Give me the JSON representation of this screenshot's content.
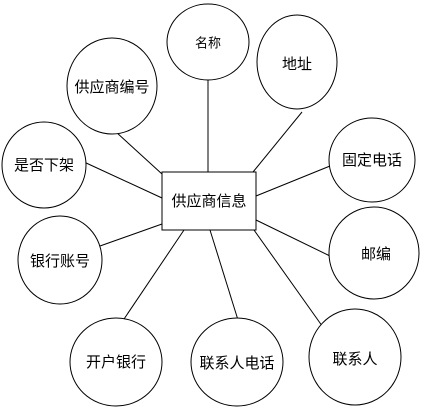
{
  "diagram": {
    "center": {
      "label": "供应商信息"
    },
    "attributes": [
      {
        "id": "name",
        "label": "名称"
      },
      {
        "id": "address",
        "label": "地址"
      },
      {
        "id": "fixed-phone",
        "label": "固定电话"
      },
      {
        "id": "postcode",
        "label": "邮编"
      },
      {
        "id": "contact",
        "label": "联系人"
      },
      {
        "id": "contact-phone",
        "label": "联系人电话"
      },
      {
        "id": "bank",
        "label": "开户银行"
      },
      {
        "id": "bank-account",
        "label": "银行账号"
      },
      {
        "id": "is-off-shelf",
        "label": "是否下架"
      },
      {
        "id": "supplier-id",
        "label": "供应商编号"
      }
    ]
  },
  "colors": {
    "stroke": "#000000",
    "fill": "#ffffff",
    "text": "#000000"
  }
}
